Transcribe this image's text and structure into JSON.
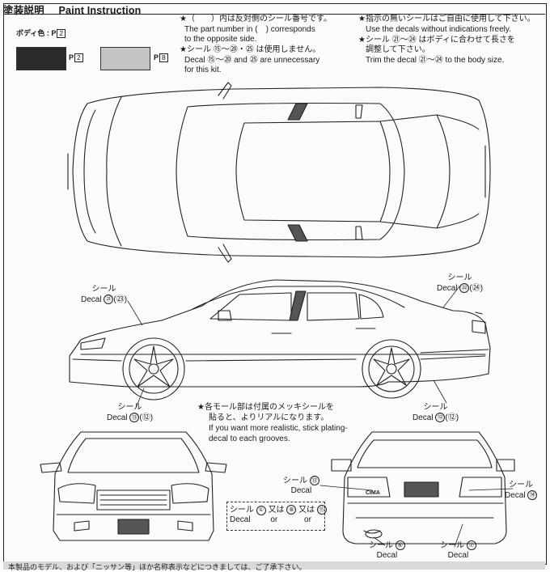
{
  "header": {
    "title_jp": "塗装説明",
    "title_en": "Paint Instruction"
  },
  "body_color": {
    "label": "ボディ色 : P",
    "code": "2"
  },
  "swatches": [
    {
      "color": "#2b2b2b",
      "prefix": "P",
      "code": "2"
    },
    {
      "color": "#c4c4c4",
      "prefix": "P",
      "code": "8"
    }
  ],
  "notes": {
    "note1_jp": "★（　　）内は反対側のシール番号です。",
    "note1_en1": "The part number in (　) corresponds",
    "note1_en2": "to the opposite side.",
    "note2_jp": "★シール ⑮～⑳・㉕ は使用しません。",
    "note2_en1": "Decal ⑮～⑳ and ㉕ are unnecessary",
    "note2_en2": "for this kit.",
    "note3_jp": "★指示の無いシールはご自由に使用して下さい。",
    "note3_en": "Use the decals without indications freely.",
    "note4_jp": "★シール ㉑～㉔ はボディに合わせて長さを",
    "note4_jp2": "調整して下さい。",
    "note4_en": "Trim the decal ㉑～㉔ to the body size."
  },
  "callouts": {
    "side_upper_left": {
      "jp": "シール",
      "en": "Decal",
      "num": "㉑",
      "opp": "(㉓)"
    },
    "side_upper_right": {
      "jp": "シール",
      "en": "Decal",
      "num": "㉒",
      "opp": "(㉔)"
    },
    "side_lower_left": {
      "jp": "シール",
      "en": "Decal",
      "num": "⑬",
      "opp": "(⑫)"
    },
    "side_lower_right": {
      "jp": "シール",
      "en": "Decal",
      "num": "⑫",
      "opp": "(⑫)"
    },
    "rear_left": {
      "jp": "シール",
      "en": "Decal",
      "num": "⑬"
    },
    "rear_right": {
      "jp": "シール",
      "en": "Decal",
      "num": "⑭"
    },
    "rear_bottom_left": {
      "jp": "シール",
      "en": "Decal",
      "num": "⑥"
    },
    "rear_bottom_right": {
      "jp": "シール",
      "en": "Decal",
      "num": "⑦"
    }
  },
  "plating_note": {
    "jp1": "★各モール部は付属のメッキシールを",
    "jp2": "貼ると、よりリアルになります。",
    "en1": "If you want more realistic, stick plating-",
    "en2": "decal to each grooves."
  },
  "front_plate": {
    "jp": "シール",
    "en": "Decal",
    "num": "①",
    "or1_jp": "又は",
    "or1_en": "or",
    "num2": "⑧",
    "or2_jp": "又は",
    "or2_en": "or",
    "num3": "⑪"
  },
  "rear_badge": "CIMA",
  "bottom_text": "本製品のモデル、および「ニッサン等」ほか名称表示などにつきましては、ご了承下さい。"
}
